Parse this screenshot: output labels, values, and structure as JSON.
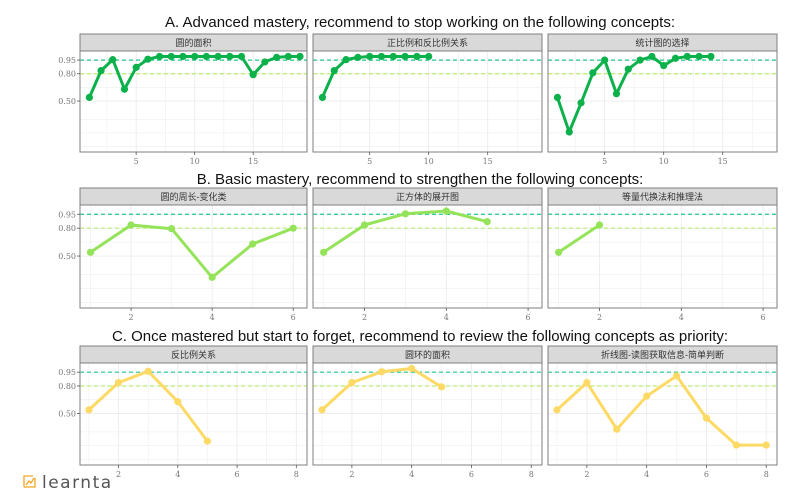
{
  "chart_data": {
    "type": "line",
    "y_ticks": [
      0.5,
      0.8,
      0.95
    ],
    "y_tick_labels": [
      "0.50",
      "0.80",
      "0.95"
    ],
    "ylim": [
      -0.06,
      1.05
    ],
    "reference_lines": [
      {
        "value": 0.95,
        "color": "#1fc98a"
      },
      {
        "value": 0.8,
        "color": "#b8ee70"
      }
    ],
    "grid": true,
    "rows": [
      {
        "title": "A. Advanced mastery, recommend to stop working on the following concepts:",
        "color": "#0db14b",
        "xlim": [
          0.2,
          19.6
        ],
        "x_ticks": [
          5,
          10,
          15
        ],
        "panels": [
          {
            "title": "圆的面积",
            "x": [
              1,
              2,
              3,
              4,
              5,
              6,
              7,
              8,
              9,
              10,
              11,
              12,
              13,
              14,
              15,
              16,
              17,
              18,
              19
            ],
            "y": [
              0.54,
              0.835,
              0.955,
              0.63,
              0.87,
              0.96,
              0.99,
              0.99,
              0.99,
              0.99,
              0.99,
              0.99,
              0.99,
              0.99,
              0.79,
              0.93,
              0.98,
              0.99,
              0.99
            ]
          },
          {
            "title": "正比例和反比例关系",
            "x": [
              1,
              2,
              3,
              4,
              5,
              6,
              7,
              8,
              9,
              10
            ],
            "y": [
              0.54,
              0.835,
              0.955,
              0.98,
              0.99,
              0.99,
              0.99,
              0.99,
              0.99,
              0.99
            ]
          },
          {
            "title": "统计图的选择",
            "x": [
              1,
              2,
              3,
              4,
              5,
              6,
              7,
              8,
              9,
              10,
              11,
              12,
              13,
              14
            ],
            "y": [
              0.54,
              0.16,
              0.48,
              0.81,
              0.95,
              0.58,
              0.85,
              0.95,
              0.99,
              0.89,
              0.97,
              0.99,
              0.99,
              0.99
            ]
          }
        ]
      },
      {
        "title": "B. Basic mastery, recommend to strengthen the following concepts:",
        "color": "#95e35a",
        "xlim": [
          0.74,
          6.34
        ],
        "x_ticks": [
          2,
          4,
          6
        ],
        "panels": [
          {
            "title": "圆的周长-变化类",
            "x": [
              1,
              2,
              3,
              4,
              5,
              6
            ],
            "y": [
              0.54,
              0.835,
              0.795,
              0.27,
              0.63,
              0.8
            ]
          },
          {
            "title": "正方体的展开图",
            "x": [
              1,
              2,
              3,
              4,
              5
            ],
            "y": [
              0.54,
              0.835,
              0.955,
              0.985,
              0.87
            ]
          },
          {
            "title": "等量代换法和推理法",
            "x": [
              1,
              2
            ],
            "y": [
              0.54,
              0.835
            ]
          }
        ]
      },
      {
        "title": "C. Once mastered but start to forget, recommend to review the following concepts as priority:",
        "color": "#fdd965",
        "xlim": [
          0.7,
          8.36
        ],
        "x_ticks": [
          2,
          4,
          6,
          8
        ],
        "panels": [
          {
            "title": "反比例关系",
            "x": [
              1,
              2,
              3,
              4,
              5
            ],
            "y": [
              0.54,
              0.837,
              0.96,
              0.63,
              0.2
            ]
          },
          {
            "title": "圆环的面积",
            "x": [
              1,
              2,
              3,
              4,
              5
            ],
            "y": [
              0.54,
              0.837,
              0.955,
              0.99,
              0.79
            ]
          },
          {
            "title": "折线图-读图获取信息-简单判断",
            "x": [
              1,
              2,
              3,
              4,
              5,
              6,
              7,
              8
            ],
            "y": [
              0.54,
              0.837,
              0.33,
              0.69,
              0.91,
              0.45,
              0.157,
              0.157
            ]
          }
        ]
      }
    ]
  },
  "logo": {
    "text": "learnta"
  }
}
